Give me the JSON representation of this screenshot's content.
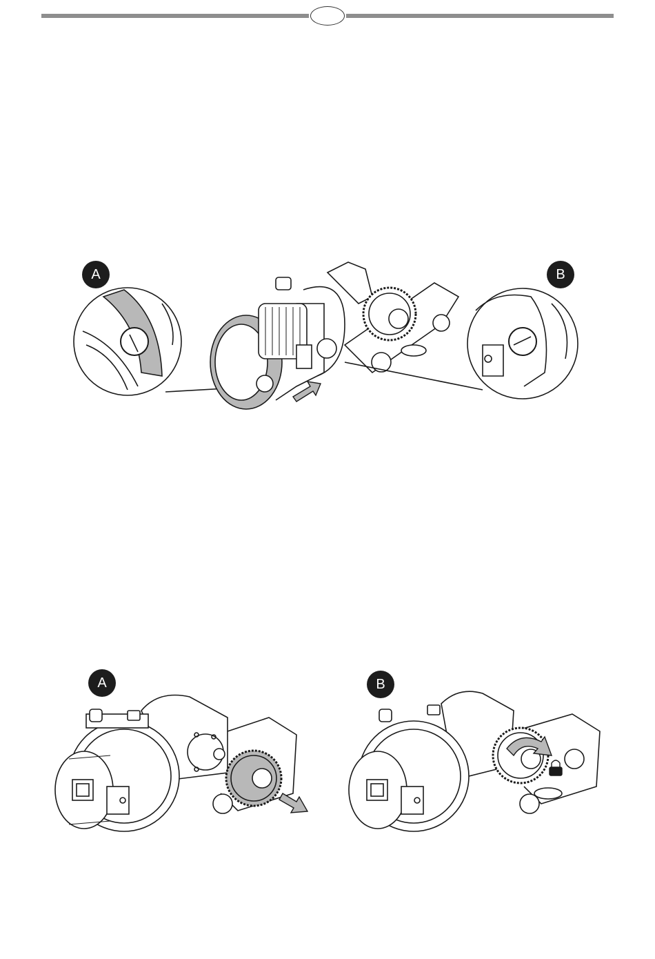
{
  "header": {
    "page_number": ""
  },
  "figure_top": {
    "callout_a": "A",
    "callout_b": "B",
    "arrow_icon": "push-arrow-icon"
  },
  "figure_bottom": {
    "panel_a": {
      "label": "A",
      "arrow_icon": "push-arrow-icon"
    },
    "panel_b": {
      "label": "B",
      "rotate_icon": "rotate-arrow-icon",
      "lock_icon": "lock-icon"
    }
  },
  "colors": {
    "rule": "#8e8e8e",
    "badge": "#1d1d1d",
    "shade": "#b8b8b8",
    "line": "#1a1a1a"
  }
}
